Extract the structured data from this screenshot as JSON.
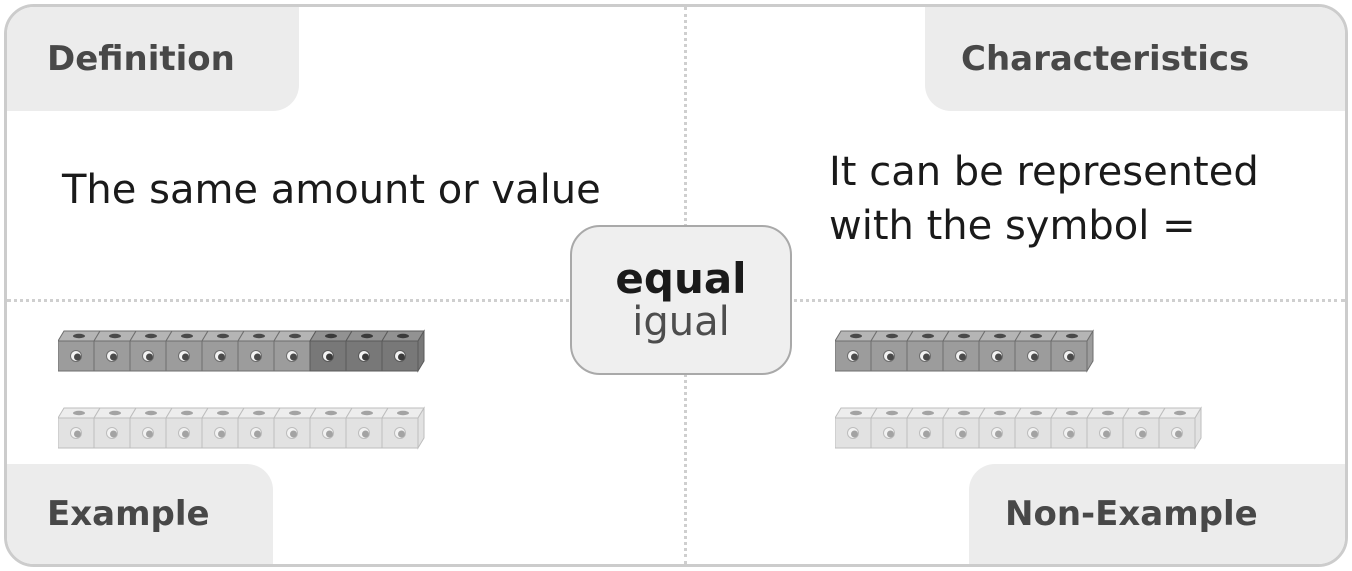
{
  "labels": {
    "definition": "Definition",
    "characteristics": "Characteristics",
    "example": "Example",
    "non_example": "Non-Example"
  },
  "definition_text": "The same amount or value",
  "characteristics_text": {
    "line1": "It can be represented",
    "line2": "with the symbol ="
  },
  "center": {
    "word_en": "equal",
    "word_es": "igual"
  },
  "example": {
    "top_row": {
      "cubes": 10,
      "shades": [
        "mid",
        "mid",
        "mid",
        "mid",
        "mid",
        "mid",
        "mid",
        "dark",
        "dark",
        "dark"
      ]
    },
    "bottom_row": {
      "cubes": 10,
      "shades": [
        "light",
        "light",
        "light",
        "light",
        "light",
        "light",
        "light",
        "light",
        "light",
        "light"
      ]
    }
  },
  "non_example": {
    "top_row": {
      "cubes": 7,
      "shades": [
        "mid",
        "mid",
        "mid",
        "mid",
        "mid",
        "mid",
        "mid"
      ]
    },
    "bottom_row": {
      "cubes": 10,
      "shades": [
        "light",
        "light",
        "light",
        "light",
        "light",
        "light",
        "light",
        "light",
        "light",
        "light"
      ]
    }
  },
  "colors": {
    "border": "#cccccc",
    "tab_bg": "#ececec",
    "cube_mid": "#9c9c9c",
    "cube_dark": "#787878",
    "cube_light": "#e2e2e2"
  }
}
